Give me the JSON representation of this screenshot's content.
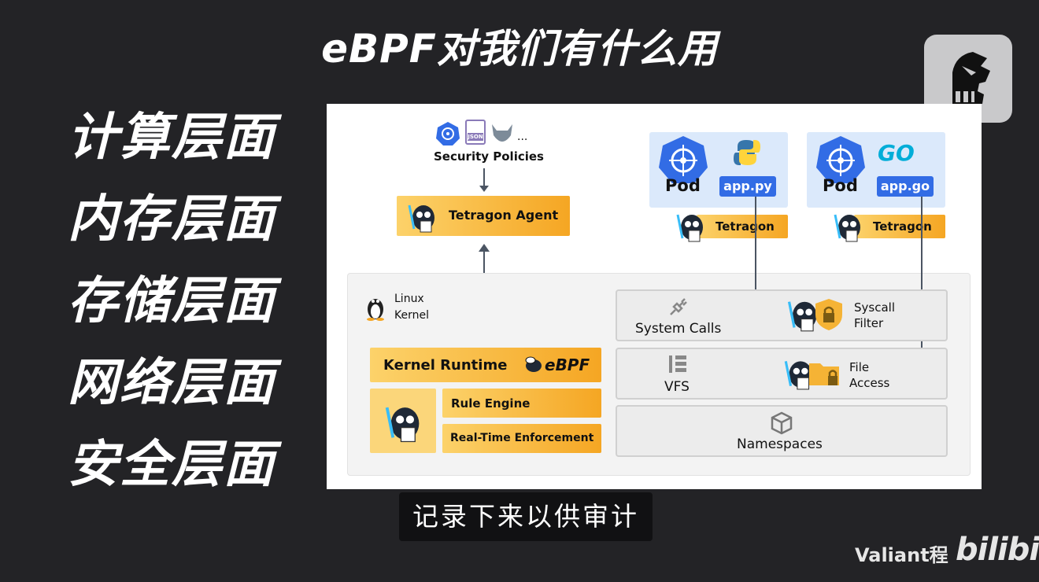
{
  "title": "eBPF对我们有什么用",
  "left_items": [
    "计算层面",
    "内存层面",
    "存储层面",
    "网络层面",
    "安全层面"
  ],
  "diagram": {
    "security_policies": "Security Policies",
    "policy_json": "JSON",
    "policy_ellipsis": "...",
    "tetragon_agent": "Tetragon Agent",
    "pod1": {
      "pod": "Pod",
      "app": "app.py",
      "tetragon": "Tetragon"
    },
    "pod2": {
      "pod": "Pod",
      "go_logo": "GO",
      "app": "app.go",
      "tetragon": "Tetragon"
    },
    "linux_kernel": [
      "Linux",
      "Kernel"
    ],
    "kernel_runtime": "Kernel Runtime",
    "ebpf_logo": "eBPF",
    "rule_engine": "Rule Engine",
    "realtime_enforcement": "Real-Time Enforcement",
    "system_calls": "System Calls",
    "syscall_filter": [
      "Syscall",
      "Filter"
    ],
    "vfs": "VFS",
    "file_access": [
      "File",
      "Access"
    ],
    "namespaces": "Namespaces"
  },
  "subtitle": "记录下来以供审计",
  "watermark": "Valiant程",
  "bilibili": "bilibili",
  "colors": {
    "background": "#232326",
    "kubernetes_blue": "#326ce5",
    "tetragon_orange": "#f5a623",
    "pod_bg": "#dbe9fb"
  }
}
